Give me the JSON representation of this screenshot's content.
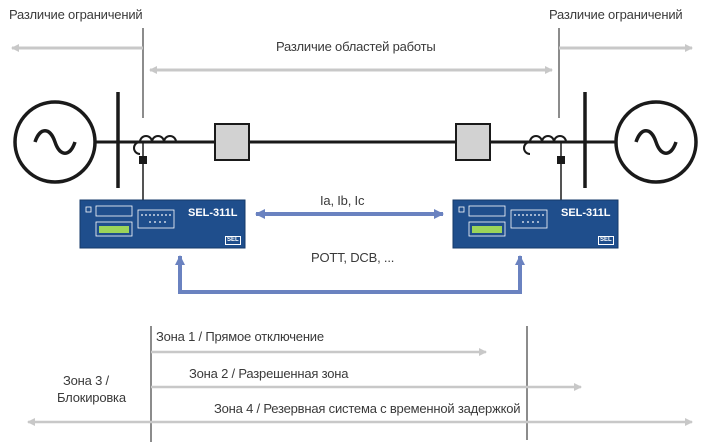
{
  "labels": {
    "limit_diff_left": "Различие ограничений",
    "limit_diff_right": "Различие ограничений",
    "work_area_diff": "Различие областей работы",
    "currents": "Ia, Ib, Ic",
    "scheme": "POTT, DCB, ..."
  },
  "relays": {
    "left": {
      "model": "SEL-311L",
      "brand": "SEL"
    },
    "right": {
      "model": "SEL-311L",
      "brand": "SEL"
    }
  },
  "zones": {
    "zone1": "Зона 1 / Прямое отключение",
    "zone2": "Зона 2 / Разрешенная зона",
    "zone3_line1": "Зона 3 /",
    "zone3_line2": "Блокировка",
    "zone4": "Зона 4 / Резервная система с временной задержкой"
  },
  "colors": {
    "line": "#1a1a1a",
    "arrow_gray": "#c8c8c8",
    "relay_body": "#1f4e8c",
    "comm_arrow": "#6a82c0",
    "display": "#9bd45a"
  }
}
